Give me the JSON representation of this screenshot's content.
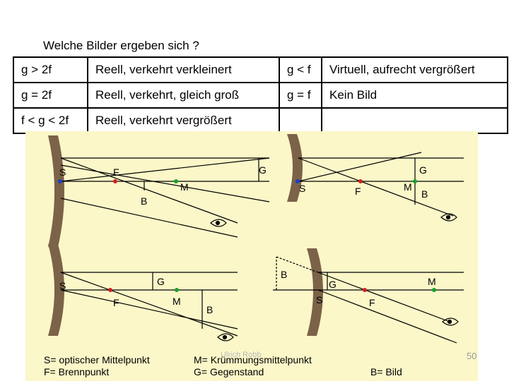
{
  "title": "Welche Bilder ergeben sich ?",
  "table": {
    "rows": [
      [
        "g > 2f",
        "Reell, verkehrt verkleinert",
        "g < f",
        "Virtuell, aufrecht vergrößert"
      ],
      [
        "g = 2f",
        "Reell, verkehrt, gleich groß",
        "g = f",
        "Kein Bild"
      ],
      [
        "f < g < 2f",
        "Reell, verkehrt vergrößert",
        "",
        ""
      ]
    ]
  },
  "diagram_labels": {
    "S": "S",
    "F": "F",
    "M": "M",
    "G": "G",
    "B": "B"
  },
  "legend": {
    "s": "S= optischer Mittelpunkt",
    "f": "F= Brennpunkt",
    "m": "M= Krümmungsmittelpunkt",
    "g": "G= Gegenstand",
    "b": "B= Bild"
  },
  "watermark": "Ulrich Robb",
  "page_number": "50",
  "colors": {
    "panel": "#fbf7c8",
    "mirror": "#7b6248",
    "dot_s": "#1c3fc8",
    "dot_f": "#d42020",
    "dot_m": "#18a02a"
  }
}
